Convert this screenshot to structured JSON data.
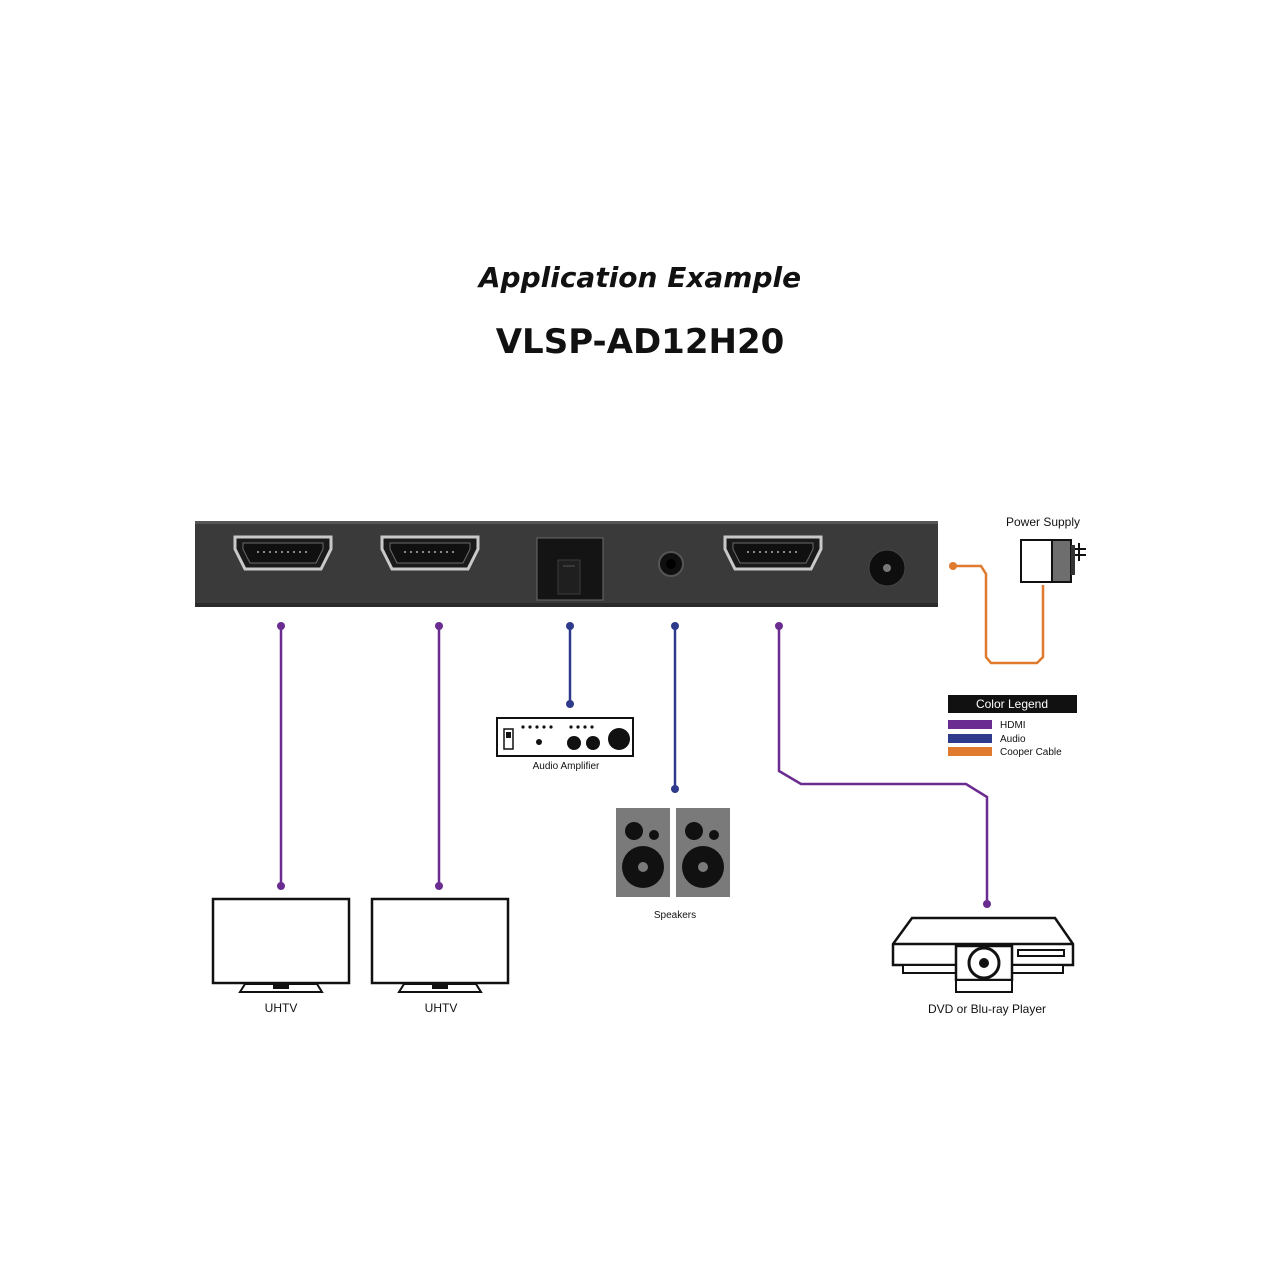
{
  "title": "Application Example",
  "model": "VLSP-AD12H20",
  "labels": {
    "power_supply": "Power Supply",
    "audio_amplifier": "Audio Amplifier",
    "speakers": "Speakers",
    "tv1": "UHTV",
    "tv2": "UHTV",
    "player": "DVD or Blu-ray Player"
  },
  "legend": {
    "title": "Color Legend",
    "items": [
      {
        "label": "HDMI",
        "color": "#6a2c91"
      },
      {
        "label": "Audio",
        "color": "#2e3a8c"
      },
      {
        "label": "Cooper Cable",
        "color": "#e07a2e"
      }
    ]
  },
  "colors": {
    "hdmi": "#6a2c91",
    "audio": "#2e3a8c",
    "power": "#e07a2e",
    "device_body": "#3a3a3a"
  },
  "icons": {
    "hdmi_port": "hdmi-port-icon",
    "optical_port": "optical-port-icon",
    "audio_jack": "audio-jack-icon",
    "dc_jack": "dc-power-jack-icon",
    "power_adapter": "power-adapter-icon",
    "amplifier": "amplifier-icon",
    "speaker": "speaker-icon",
    "tv": "tv-icon",
    "player": "blu-ray-player-icon"
  }
}
